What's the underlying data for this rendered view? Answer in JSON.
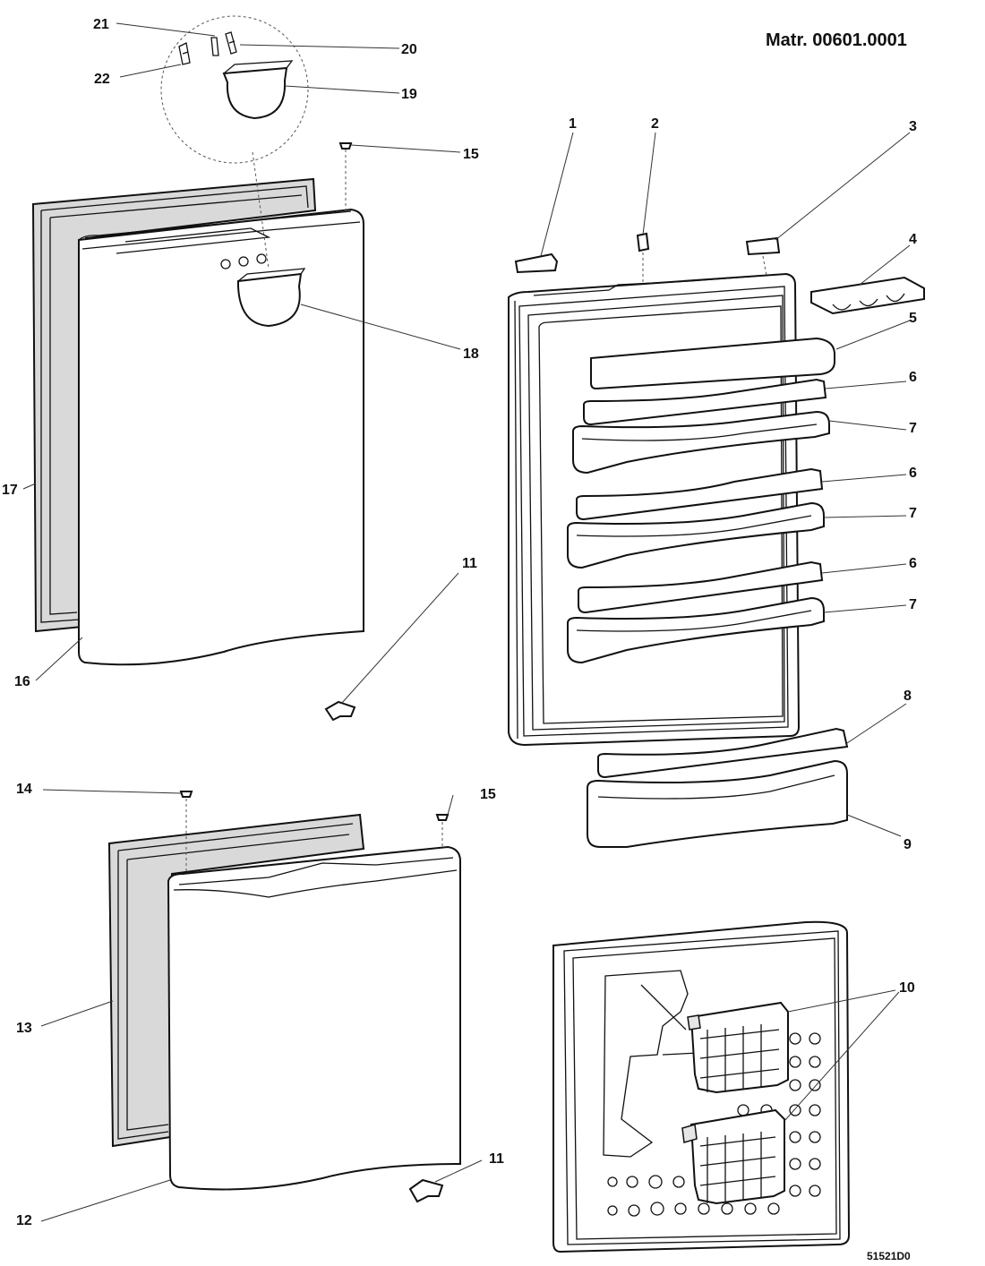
{
  "header": {
    "matr_label": "Matr. 00601.0001",
    "drawing_code": "51521D0"
  },
  "callouts": {
    "c1": "1",
    "c2": "2",
    "c3": "3",
    "c4": "4",
    "c5": "5",
    "c6a": "6",
    "c6b": "6",
    "c6c": "6",
    "c7a": "7",
    "c7b": "7",
    "c7c": "7",
    "c8": "8",
    "c9": "9",
    "c10": "10",
    "c11a": "11",
    "c11b": "11",
    "c12": "12",
    "c13": "13",
    "c14": "14",
    "c15a": "15",
    "c15b": "15",
    "c16": "16",
    "c17": "17",
    "c18": "18",
    "c19": "19",
    "c20": "20",
    "c21": "21",
    "c22": "22"
  }
}
